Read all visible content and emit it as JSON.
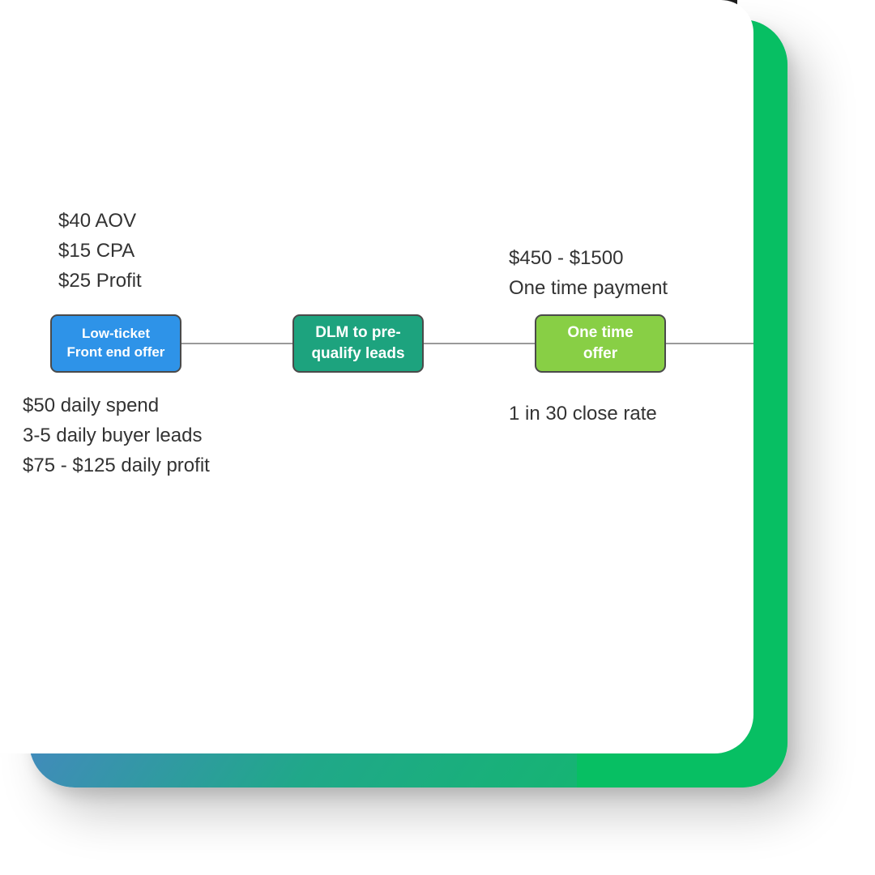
{
  "nodes": [
    {
      "label": "Low-ticket\nFront end offer",
      "color": "#2e93e8"
    },
    {
      "label": "DLM to pre-\nqualify leads",
      "color": "#1da37e"
    },
    {
      "label": "One time\noffer",
      "color": "#88cf45"
    }
  ],
  "notes": {
    "front_end_metrics": [
      "$40 AOV",
      "$15 CPA",
      "$25 Profit"
    ],
    "front_end_daily": [
      "$50 daily spend",
      "3-5 daily buyer leads",
      "$75 - $125 daily profit"
    ],
    "oto_price": [
      "$450 - $1500",
      "One time payment"
    ],
    "oto_close": [
      "1 in 30 close rate"
    ]
  },
  "colors": {
    "frame_gradient_start": "#8a5bff",
    "frame_gradient_end": "#0ebd63",
    "connector": "#9a9a9a",
    "text": "#333333"
  }
}
